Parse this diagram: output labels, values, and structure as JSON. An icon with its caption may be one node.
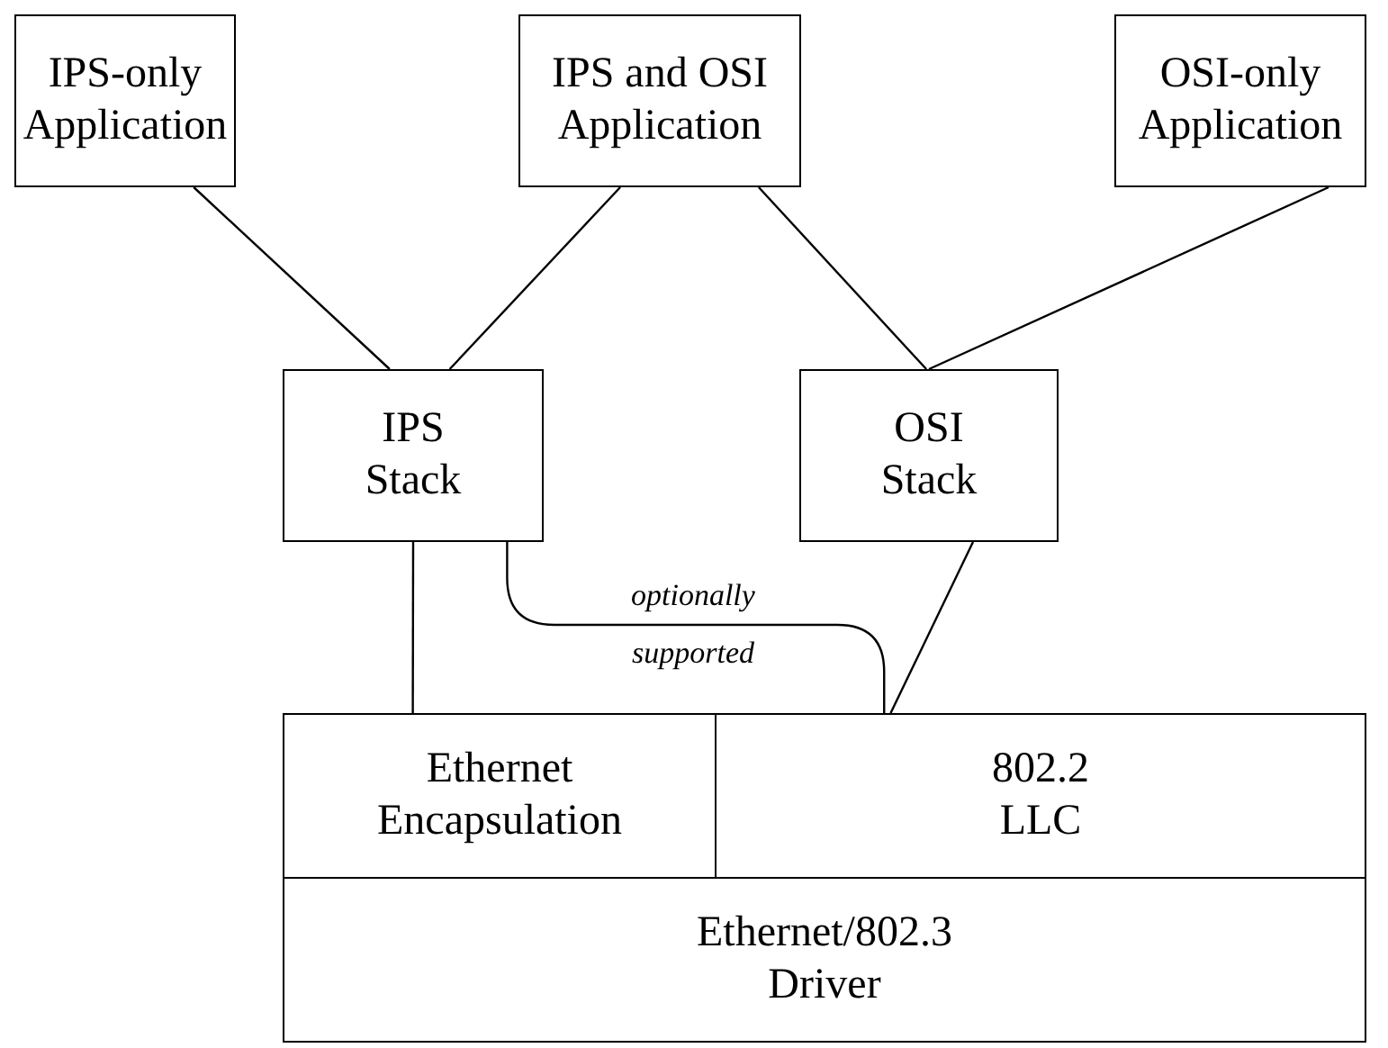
{
  "diagram": {
    "nodes": [
      {
        "text": [
          "IPS-only Application"
        ]
      },
      {
        "text": [
          "IPS and OSI Application"
        ]
      },
      {
        "text": [
          "OSI-only Application"
        ]
      },
      {
        "text": [
          "IPS Stack"
        ]
      },
      {
        "text": [
          "OSI Stack"
        ]
      },
      {
        "text": [
          "Ethernet Encapsulation"
        ]
      },
      {
        "text": [
          "802.2 LLC"
        ]
      },
      {
        "text": [
          "Ethernet/802.3 Driver"
        ]
      }
    ],
    "edges": [
      {
        "from": 0,
        "to": 3,
        "arrow": "none"
      },
      {
        "from": 1,
        "to": 3,
        "arrow": "none"
      },
      {
        "from": 1,
        "to": 4,
        "arrow": "none"
      },
      {
        "from": 2,
        "to": 4,
        "arrow": "none"
      },
      {
        "from": 3,
        "to": 5,
        "arrow": "none"
      },
      {
        "from": 4,
        "to": 6,
        "arrow": "none"
      },
      {
        "from": 3,
        "to": 6,
        "arrow": "none",
        "label": "optionally supported"
      }
    ]
  }
}
